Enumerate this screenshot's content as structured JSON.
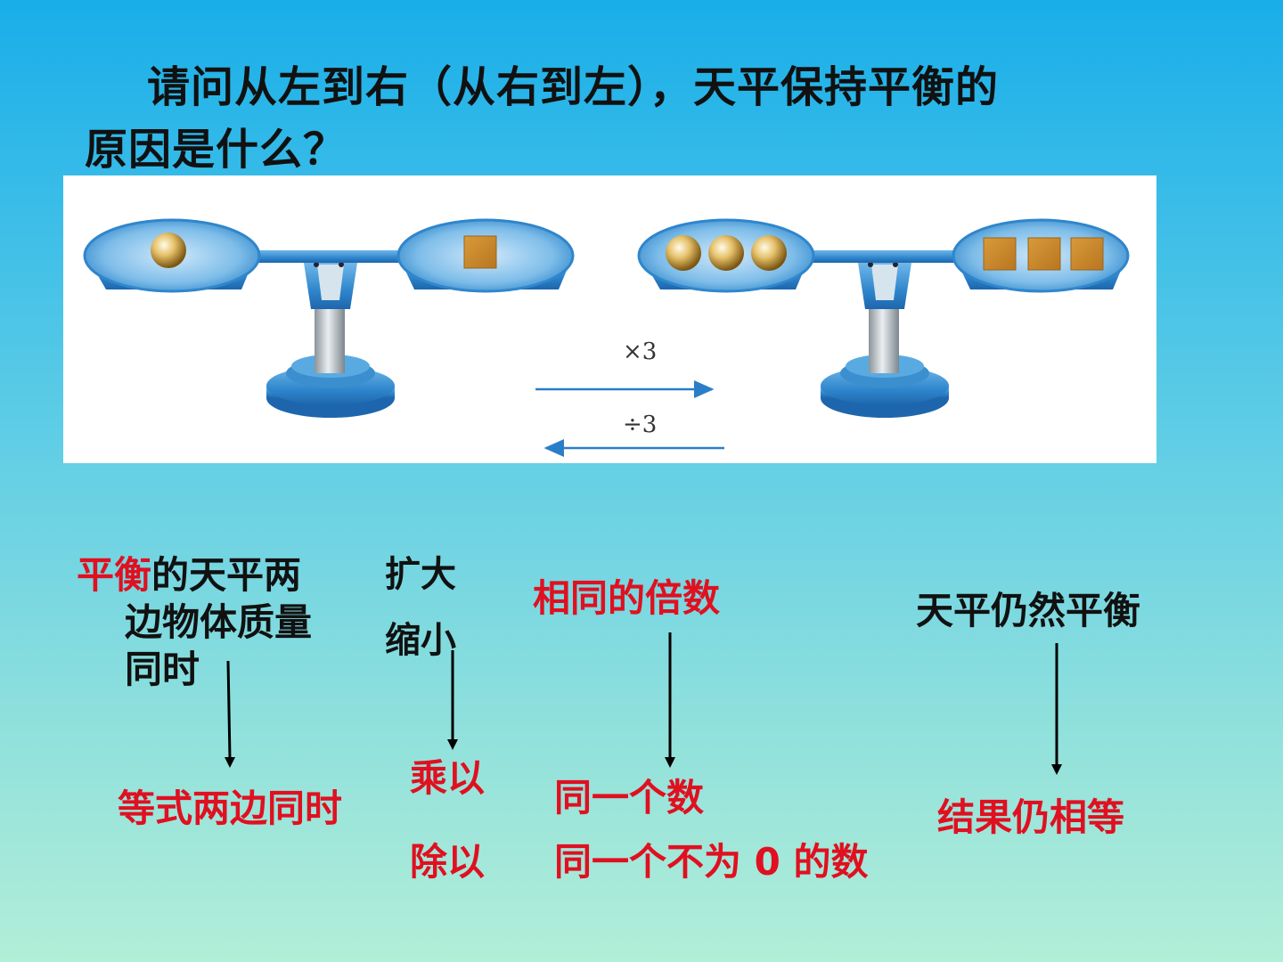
{
  "question": {
    "line1": "请问从左到右（从右到左），天平保持平衡的",
    "line2": "原因是什么？"
  },
  "figure": {
    "op_forward": "×3",
    "op_backward": "÷3"
  },
  "mapping": {
    "balanced_red": "平衡",
    "balanced_rest": "的天平两",
    "both_sides": "边物体质量",
    "simultaneously": "同时",
    "enlarge": "扩大",
    "shrink": "缩小",
    "same_multiple": "相同的倍数",
    "still_balanced": "天平仍然平衡",
    "eq_both_sides": "等式两边同时",
    "multiply": "乘以",
    "divide": "除以",
    "same_number": "同一个数",
    "same_nonzero_number": "同一个不为 0 的数",
    "still_equal": "结果仍相等"
  },
  "colors": {
    "accent_red": "#e01020",
    "scale_blue": "#3f8fd0",
    "arrow_blue": "#2a7ec8"
  }
}
